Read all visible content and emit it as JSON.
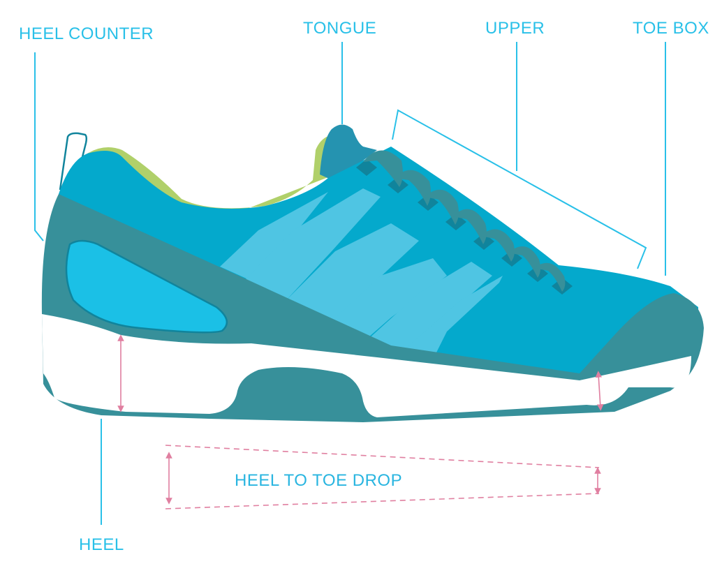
{
  "labels": {
    "heel_counter": "HEEL COUNTER",
    "tongue": "TONGUE",
    "upper": "UPPER",
    "toe_box": "TOE BOX",
    "heel": "HEEL",
    "heel_to_toe_drop": "HEEL TO TOE DROP"
  },
  "colors": {
    "label": "#29c0e8",
    "drop_label": "#29b5e0",
    "upper": "#04a9cc",
    "overlay": "#37909a",
    "lining": "#b0d06a",
    "window": "#1bc0e6",
    "stripes": "#4fc5e3",
    "tongue": "#2593b0",
    "measure": "#e07fa0"
  }
}
